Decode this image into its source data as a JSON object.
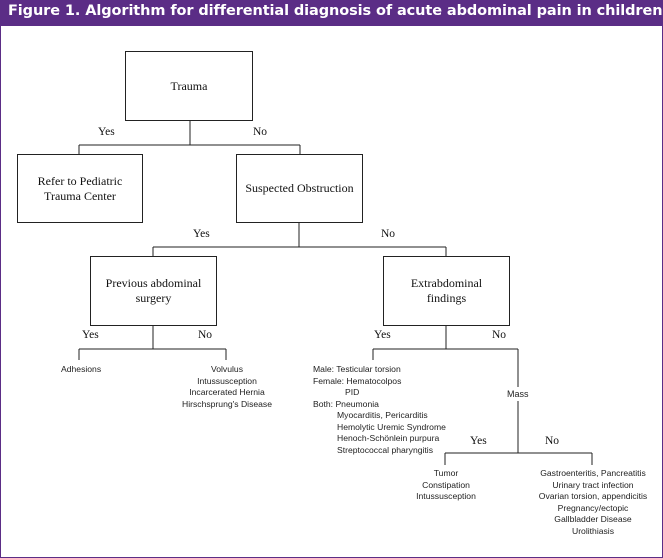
{
  "title": "Figure 1. Algorithm for differential diagnosis of acute abdominal pain in children",
  "colors": {
    "accent": "#5b2d86",
    "line": "#222222",
    "text": "#111111"
  },
  "nodes": {
    "trauma": "Trauma",
    "refer": [
      "Refer to Pediatric",
      "Trauma Center"
    ],
    "obstruction": "Suspected Obstruction",
    "surgery": [
      "Previous abdominal",
      "surgery"
    ],
    "extra": [
      "Extrabdominal",
      "findings"
    ]
  },
  "branches": {
    "trauma_yes": "Yes",
    "trauma_no": "No",
    "obstruction_yes": "Yes",
    "obstruction_no": "No",
    "surgery_yes": "Yes",
    "surgery_no": "No",
    "extra_yes": "Yes",
    "extra_no": "No",
    "mass": "Mass",
    "mass_yes": "Yes",
    "mass_no": "No"
  },
  "lists": {
    "adhesions": "Adhesions",
    "surgery_no": [
      "Volvulus",
      "Intussusception",
      "Incarcerated Hernia",
      "Hirschsprung's Disease"
    ],
    "extra_yes": {
      "male": "Male: Testicular torsion",
      "female": "Female:  Hematocolpos",
      "female_more": [
        "PID"
      ],
      "both": "Both: Pneumonia",
      "both_more": [
        "Myocarditis, Pericarditis",
        "Hemolytic Uremic Syndrome",
        "Henoch-Schönlein purpura",
        "Streptococcal pharyngitis"
      ]
    },
    "mass_yes": [
      "Tumor",
      "Constipation",
      "Intussusception"
    ],
    "mass_no": [
      "Gastroenteritis, Pancreatitis",
      "Urinary tract infection",
      "Ovarian torsion, appendicitis",
      "Pregnancy/ectopic",
      "Gallbladder Disease",
      "Urolithiasis"
    ]
  }
}
